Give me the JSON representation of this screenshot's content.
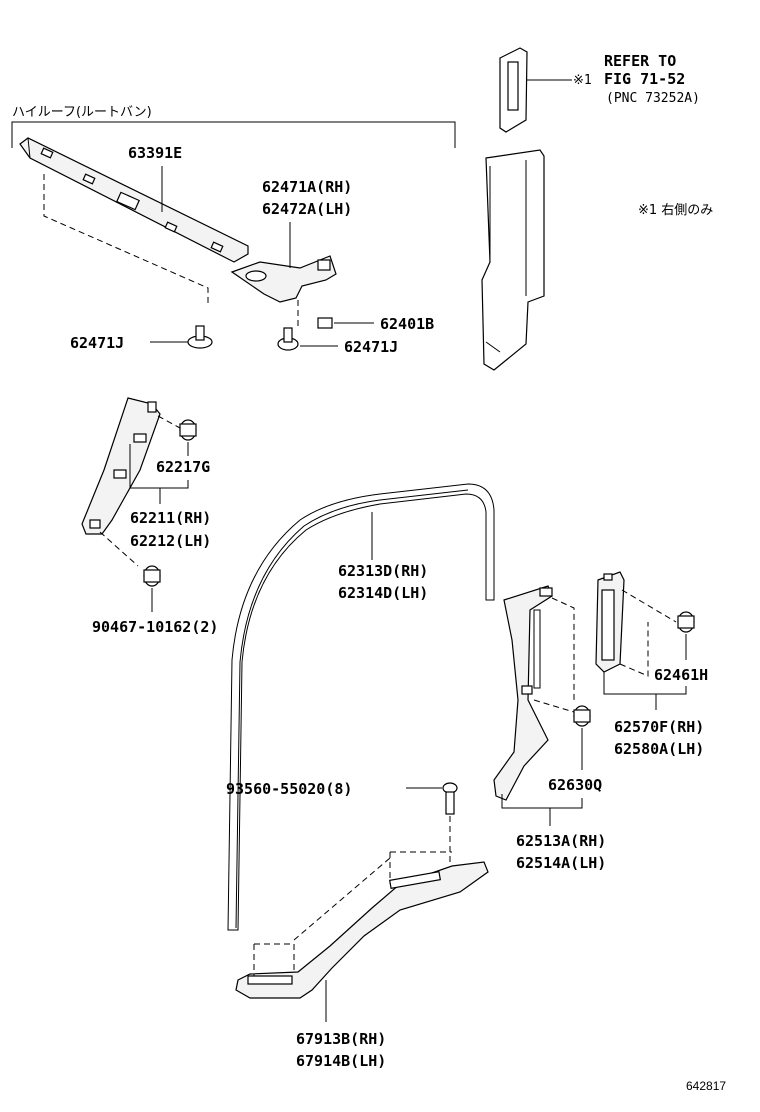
{
  "header": {
    "refer_line1": "REFER TO",
    "refer_line2": "FIG 71-52",
    "refer_line3": "(PNC 73252A)",
    "refer_mark": "※1",
    "note_right_only": "※1 右側のみ"
  },
  "group_label": "ハイルーフ(ルートバン)",
  "parts": {
    "p63391E": "63391E",
    "p62471A": "62471A(RH)",
    "p62472A": "62472A(LH)",
    "p62401B": "62401B",
    "p62471J_left": "62471J",
    "p62471J_right": "62471J",
    "p62217G": "62217G",
    "p62211": "62211(RH)",
    "p62212": "62212(LH)",
    "p90467": "90467-10162(2)",
    "p62313D": "62313D(RH)",
    "p62314D": "62314D(LH)",
    "p62461H": "62461H",
    "p62570F": "62570F(RH)",
    "p62580A": "62580A(LH)",
    "p93560": "93560-55020(8)",
    "p62630Q": "62630Q",
    "p62513A": "62513A(RH)",
    "p62514A": "62514A(LH)",
    "p67913B": "67913B(RH)",
    "p67914B": "67914B(LH)"
  },
  "footer": {
    "figure_id": "642817"
  }
}
